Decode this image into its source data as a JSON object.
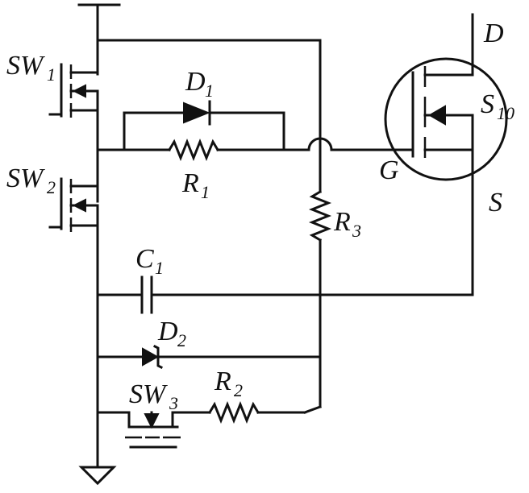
{
  "diagram": {
    "labels": {
      "sw1": {
        "main": "SW",
        "sub": "1"
      },
      "sw2": {
        "main": "SW",
        "sub": "2"
      },
      "sw3": {
        "main": "SW",
        "sub": "3"
      },
      "d1": {
        "main": "D",
        "sub": "1"
      },
      "d2": {
        "main": "D",
        "sub": "2"
      },
      "r1": {
        "main": "R",
        "sub": "1"
      },
      "r2": {
        "main": "R",
        "sub": "2"
      },
      "r3": {
        "main": "R",
        "sub": "3"
      },
      "c1": {
        "main": "C",
        "sub": "1"
      },
      "s10": {
        "main": "S",
        "sub": "10"
      },
      "drain": "D",
      "gate": "G",
      "source": "S"
    }
  }
}
